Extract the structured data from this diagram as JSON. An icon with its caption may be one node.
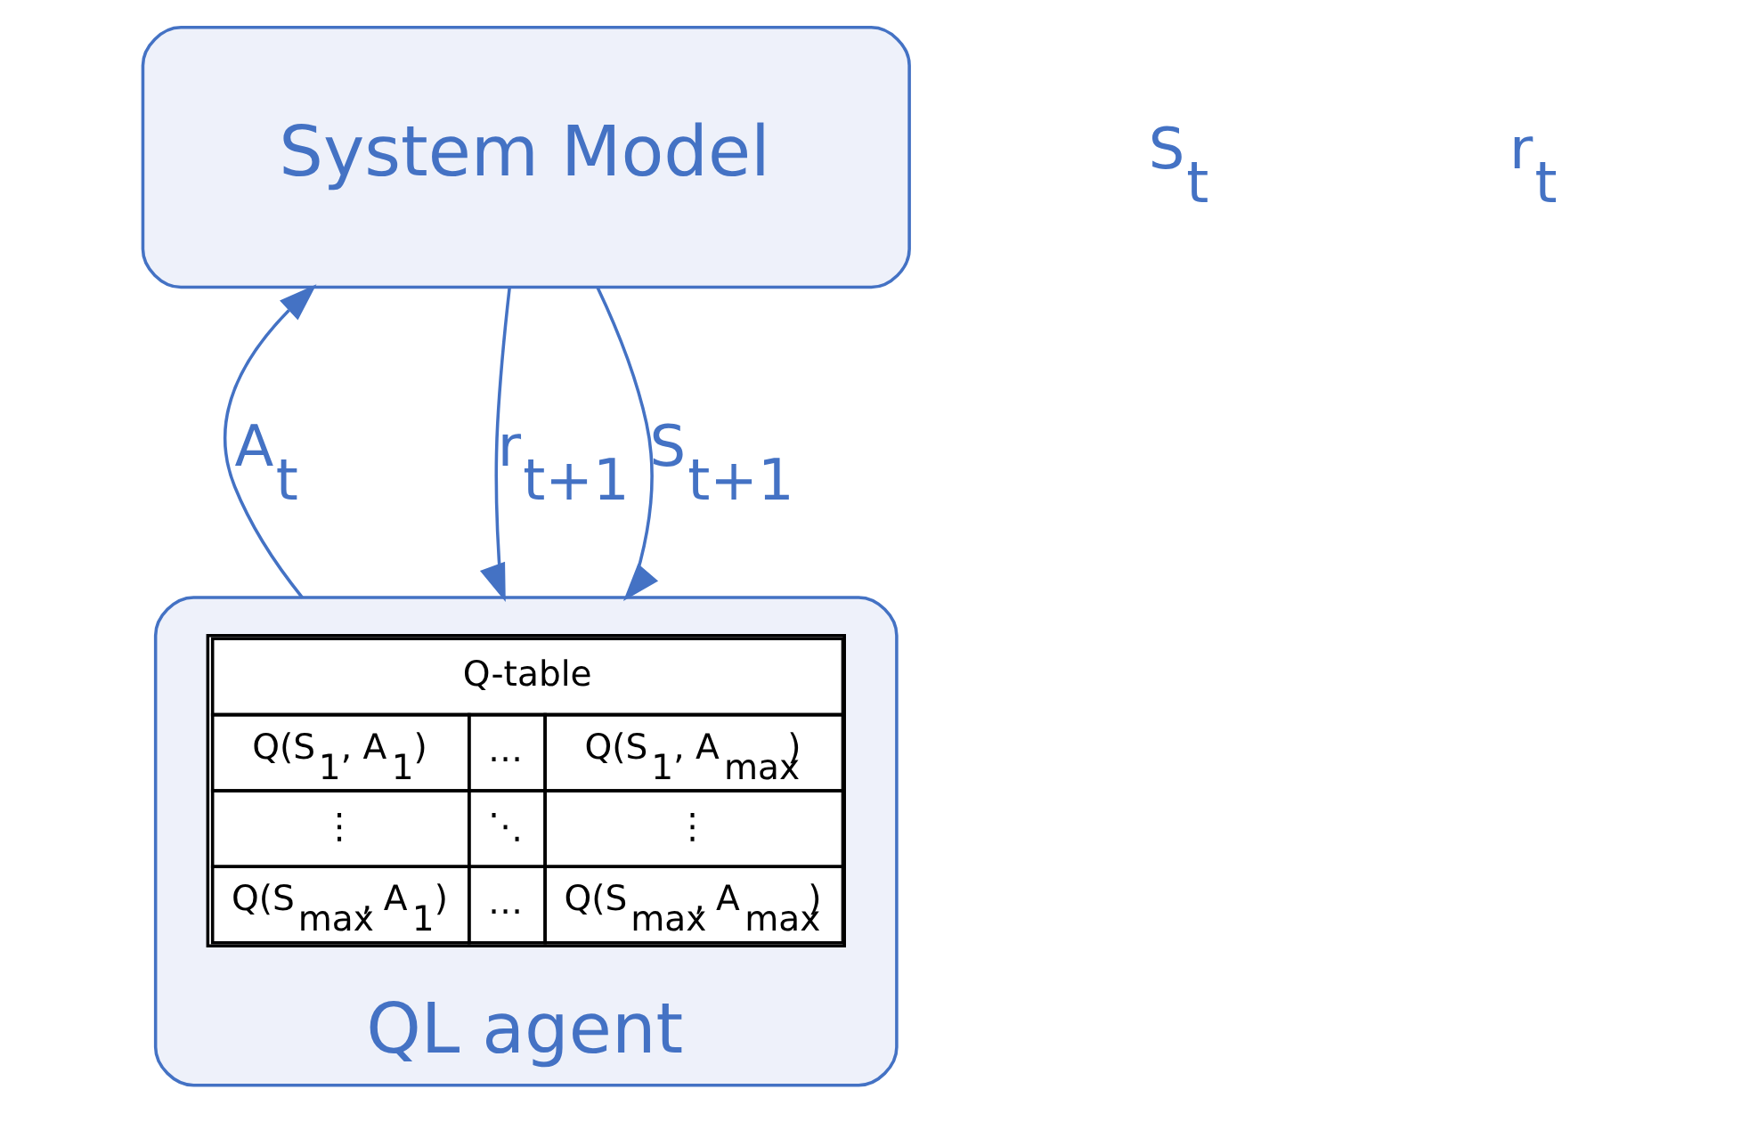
{
  "diagram": {
    "nodes": [
      {
        "text": [
          "QL agent"
        ]
      },
      {
        "text": [
          "Q-table",
          "Q(S$_{1}$, A$_{1}$)",
          "…",
          "Q(S$_{1}$, A$_{max}$)",
          "⋮",
          "⋱",
          "⋮",
          "Q(S$_{max}$, A$_{1}$)",
          "…",
          "Q(S$_{max}$, A$_{max}$)"
        ],
        "in": 0
      },
      {
        "text": [
          "System Model"
        ]
      }
    ],
    "edges": [
      {
        "from": 0,
        "to": 2,
        "arrow": "to",
        "label": "A$_{t}$"
      },
      {
        "from": 2,
        "to": 0,
        "arrow": "to",
        "label": "r$_{t+1}$"
      },
      {
        "from": 2,
        "to": 0,
        "arrow": "to",
        "label": "S$_{t+1}$"
      }
    ],
    "labels": [
      "S$_{t}$",
      "r$_{t}$"
    ]
  }
}
